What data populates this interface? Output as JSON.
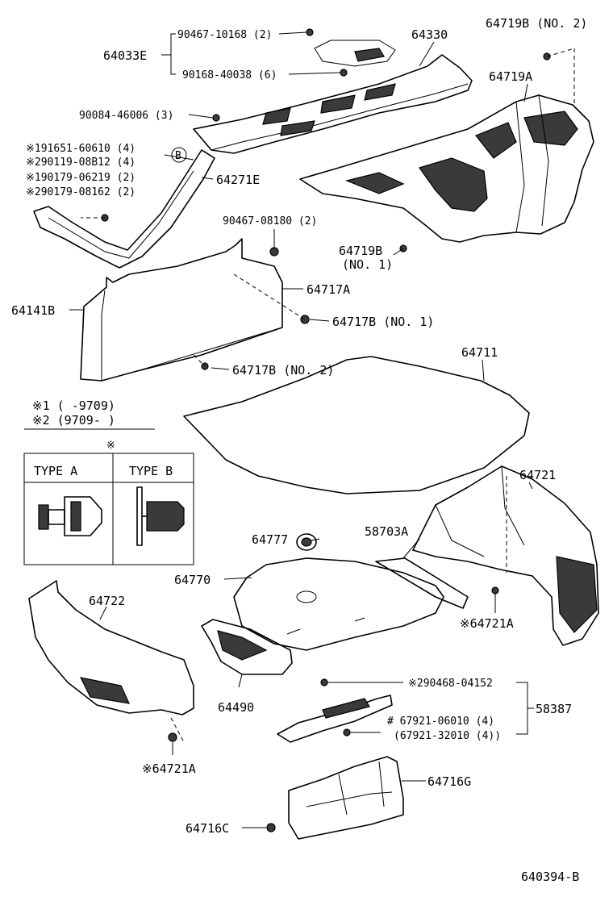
{
  "labels": {
    "p64033E": "64033E",
    "p90467_10168": "90467-10168 (2)",
    "p90168_40038": "90168-40038 (6)",
    "p64330": "64330",
    "p64719B_no2": "64719B (NO. 2)",
    "p64719A": "64719A",
    "p90084_46006": "90084-46006 (3)",
    "n191651": "※191651-60610 (4)",
    "n290119": "※290119-08B12 (4)",
    "n190179": "※190179-06219 (2)",
    "n290179": "※290179-08162 (2)",
    "b_circle": "B",
    "p64271E": "64271E",
    "p90467_08180": "90467-08180 (2)",
    "p64719B_a": "64719B",
    "p64719B_b": "(NO. 1)",
    "p64141B": "64141B",
    "p64717A": "64717A",
    "p64717B_no1": "64717B (NO. 1)",
    "p64717B_no2": "64717B (NO. 2)",
    "p64711": "64711",
    "note1": "※1 (      -9709)",
    "note2": "※2 (9709-      )",
    "note_mark": "※",
    "type_a": "TYPE A",
    "type_b": "TYPE B",
    "p64721": "64721",
    "p64777": "64777",
    "p58703A": "58703A",
    "p64770": "64770",
    "p64722": "64722",
    "p64721A_r": "※64721A",
    "p64490": "64490",
    "p290468": "※290468-04152",
    "p58387": "58387",
    "p67921_a": "# 67921-06010 (4)",
    "p67921_b": "(67921-32010 (4))",
    "p64721A_l": "※64721A",
    "p64716G": "64716G",
    "p64716C": "64716C",
    "diagram_id": "640394-B"
  }
}
